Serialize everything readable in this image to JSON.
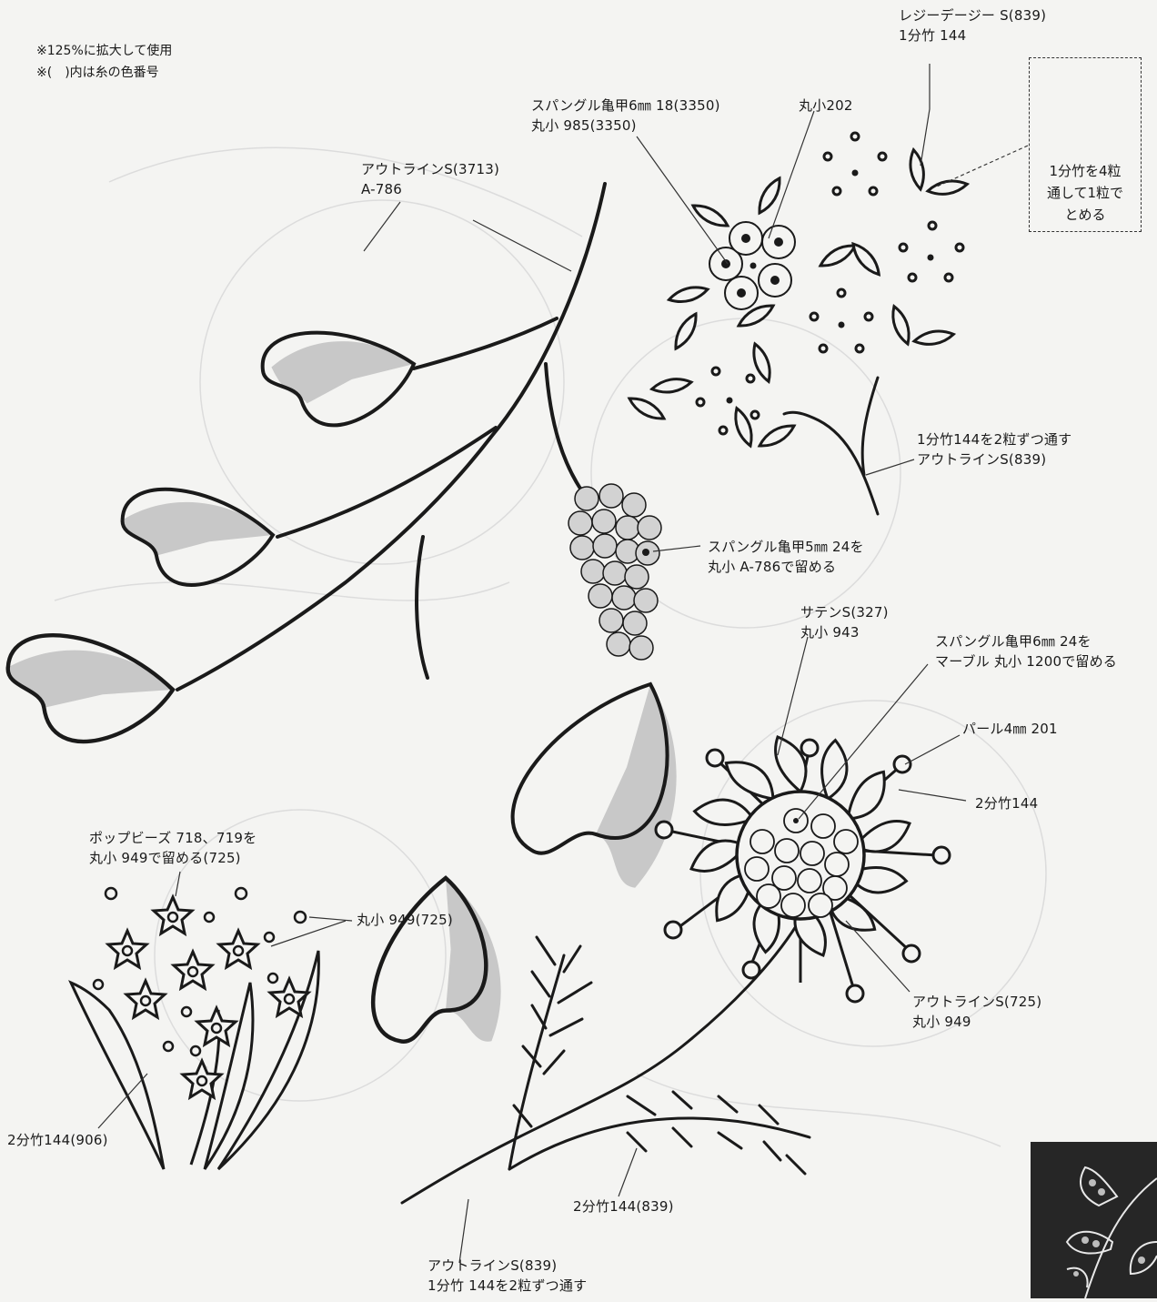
{
  "notes": [
    "※125%に拡大して使用",
    "※(　)内は糸の色番号"
  ],
  "labels": {
    "lazy_daisy": [
      "レジーデージー S(839)",
      "1分竹 144"
    ],
    "sequin_6mm": [
      "スパングル亀甲6㎜ 18(3350)",
      "丸小 985(3350)"
    ],
    "maru_202": [
      "丸小202"
    ],
    "outline_3713": [
      "アウトラインS(3713)",
      "A-786"
    ],
    "box_note": [
      "1分竹を4粒",
      "通して1粒で",
      "とめる"
    ],
    "bugle_stem": [
      "1分竹144を2粒ずつ通す",
      "アウトラインS(839)"
    ],
    "sequin_5mm": [
      "スパングル亀甲5㎜ 24を",
      "丸小 A-786で留める"
    ],
    "satin": [
      "サテンS(327)",
      "丸小 943"
    ],
    "marble": [
      "スパングル亀甲6㎜ 24を",
      "マーブル 丸小 1200で留める"
    ],
    "pearl": [
      "パール4㎜ 201"
    ],
    "bugle2": [
      "2分竹144"
    ],
    "outline_725": [
      "アウトラインS(725)",
      "丸小 949"
    ],
    "pop_beads": [
      "ポップビーズ 718、719を",
      "丸小 949で留める(725)"
    ],
    "maru_949": [
      "丸小 949(725)"
    ],
    "bugle_906": [
      "2分竹144(906)"
    ],
    "bugle_839": [
      "2分竹144(839)"
    ],
    "outline_839": [
      "アウトラインS(839)",
      "1分竹 144を2粒ずつ通す"
    ]
  },
  "colors": {
    "ink": "#1a1a1a",
    "shade": "#c8c8c8",
    "paper": "#f4f4f2"
  }
}
